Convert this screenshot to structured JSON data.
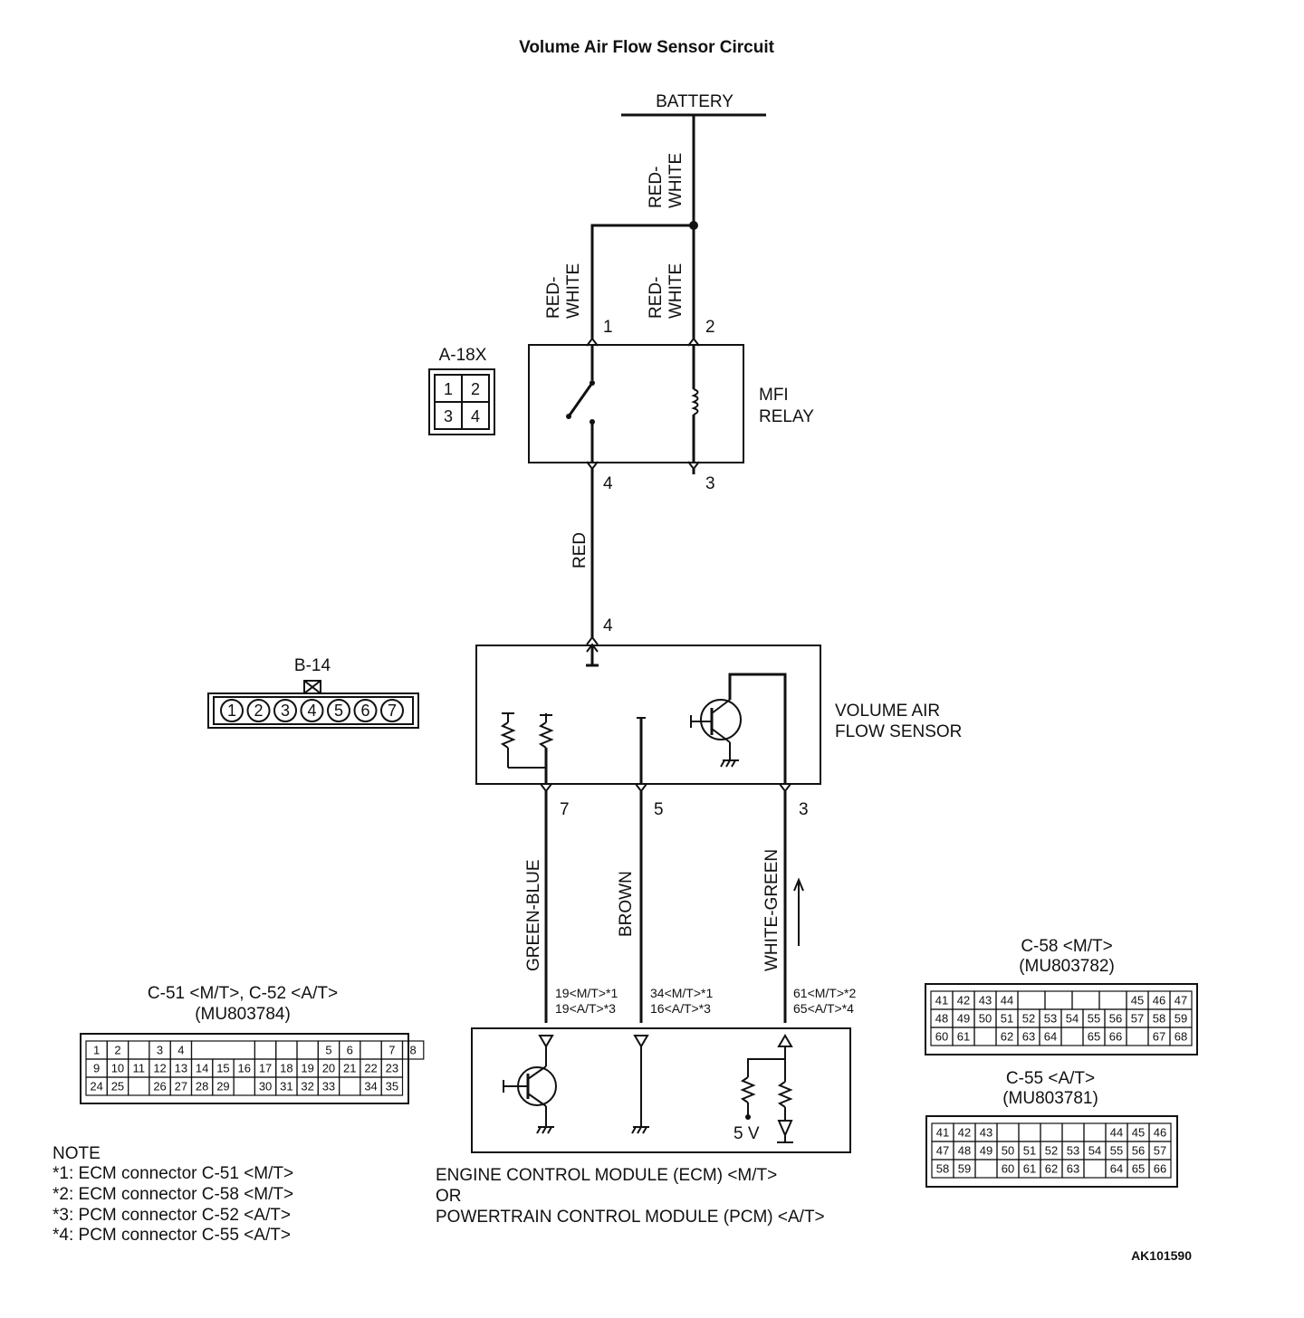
{
  "title": "Volume Air Flow Sensor Circuit",
  "figure_id": "AK101590",
  "battery": {
    "label": "BATTERY"
  },
  "wires": {
    "battery_feed": [
      "RED-",
      "WHITE"
    ],
    "relay_pin1": [
      "RED-",
      "WHITE"
    ],
    "relay_pin2": [
      "RED-",
      "WHITE"
    ],
    "relay_to_sensor": "RED",
    "sensor_pin7": "GREEN-BLUE",
    "sensor_pin5": "BROWN",
    "sensor_pin3": "WHITE-GREEN"
  },
  "relay": {
    "name_line1": "MFI",
    "name_line2": "RELAY",
    "pin_top_left": "1",
    "pin_top_right": "2",
    "pin_bottom_left": "4",
    "pin_bottom_right": "3",
    "connector": {
      "name": "A-18X",
      "pins": [
        "1",
        "2",
        "3",
        "4"
      ]
    }
  },
  "sensor": {
    "name_line1": "VOLUME AIR",
    "name_line2": "FLOW SENSOR",
    "pin_top": "4",
    "pin_7": "7",
    "pin_5": "5",
    "pin_3": "3",
    "connector": {
      "name": "B-14",
      "pins": [
        "1",
        "2",
        "3",
        "4",
        "5",
        "6",
        "7"
      ]
    }
  },
  "ecm": {
    "pin_left_line1": "19<M/T>*1",
    "pin_left_line2": "19<A/T>*3",
    "pin_mid_line1": "34<M/T>*1",
    "pin_mid_line2": "16<A/T>*3",
    "pin_right_line1": "61<M/T>*2",
    "pin_right_line2": "65<A/T>*4",
    "voltage": "5 V",
    "name_line1": "ENGINE CONTROL MODULE (ECM) <M/T>",
    "name_line2": "OR",
    "name_line3": "POWERTRAIN CONTROL MODULE (PCM) <A/T>"
  },
  "connectors": {
    "c51": {
      "title": "C-51 <M/T>, C-52 <A/T>",
      "part": "(MU803784)",
      "row1": [
        "1",
        "2",
        "",
        "3",
        "4",
        "",
        "",
        "",
        "",
        "5",
        "6",
        "",
        "7",
        "8"
      ],
      "row2": [
        "9",
        "10",
        "11",
        "12",
        "13",
        "14",
        "15",
        "16",
        "17",
        "18",
        "19",
        "20",
        "21",
        "22",
        "23"
      ],
      "row3": [
        "24",
        "25",
        "",
        "26",
        "27",
        "28",
        "29",
        "",
        "30",
        "31",
        "32",
        "33",
        "",
        "34",
        "35"
      ]
    },
    "c58": {
      "title": "C-58 <M/T>",
      "part": "(MU803782)",
      "row1": [
        "41",
        "42",
        "43",
        "44",
        "",
        "",
        "",
        "",
        "45",
        "46",
        "47"
      ],
      "row2": [
        "48",
        "49",
        "50",
        "51",
        "52",
        "53",
        "54",
        "55",
        "56",
        "57",
        "58",
        "59"
      ],
      "row3": [
        "60",
        "61",
        "",
        "62",
        "63",
        "64",
        "",
        "65",
        "66",
        "",
        "67",
        "68"
      ]
    },
    "c55": {
      "title": "C-55 <A/T>",
      "part": "(MU803781)",
      "row1": [
        "41",
        "42",
        "43",
        "",
        "",
        "",
        "",
        "",
        "44",
        "45",
        "46"
      ],
      "row2": [
        "47",
        "48",
        "49",
        "50",
        "51",
        "52",
        "53",
        "54",
        "55",
        "56",
        "57"
      ],
      "row3": [
        "58",
        "59",
        "",
        "60",
        "61",
        "62",
        "63",
        "",
        "64",
        "65",
        "66"
      ]
    }
  },
  "notes": {
    "heading": "NOTE",
    "items": [
      "*1: ECM connector C-51 <M/T>",
      "*2: ECM connector C-58 <M/T>",
      "*3: PCM connector C-52 <A/T>",
      "*4: PCM connector C-55 <A/T>"
    ]
  }
}
